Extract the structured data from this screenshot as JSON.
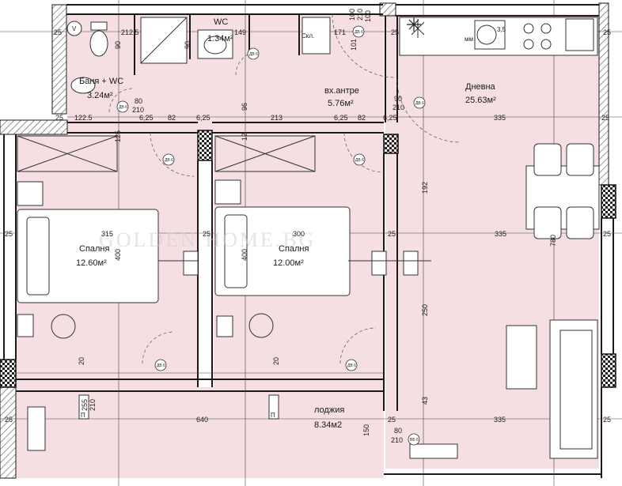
{
  "colors": {
    "room_fill": "#f5dfe2",
    "wall": "#1a1a1a",
    "hatch": "#555555",
    "line": "#333333"
  },
  "rooms": {
    "bath": {
      "name": "Баня + WC",
      "area": "3.24м²"
    },
    "wc": {
      "name": "WC",
      "area": "1.34м²"
    },
    "closet": {
      "name": "Скл."
    },
    "hall": {
      "name": "вх.антре",
      "area": "5.76м²"
    },
    "living": {
      "name": "Дневна",
      "area": "25.63м²"
    },
    "bed1": {
      "name": "Спалня",
      "area": "12.60м²"
    },
    "bed2": {
      "name": "Спалня",
      "area": "12.00м²"
    },
    "loggia": {
      "name": "лоджия",
      "area": "8.34м2"
    }
  },
  "kitchen": {
    "oven_label": "мм",
    "sink_label": "3,5"
  },
  "watermark": "GOLDEN HOME.BG",
  "dimensions": {
    "d1": "25",
    "d2": "212.5",
    "d3": "90",
    "d4": "149",
    "d5": "171",
    "d6": "100",
    "d7": "210",
    "d8": "101",
    "d9": "80",
    "d10": "210",
    "d11": "122.5",
    "d12": "96",
    "d13": "82",
    "d14": "213",
    "d15": "82",
    "d16": "335",
    "d17": "25",
    "d18": "90",
    "d19": "210",
    "d20": "192",
    "d21": "315",
    "d22": "400",
    "d23": "300",
    "d24": "400",
    "d25": "335",
    "d26": "780",
    "d27": "250",
    "d28": "20",
    "d29": "20",
    "d30": "255",
    "d31": "210",
    "d32": "640",
    "d33": "150",
    "d34": "80",
    "d35": "210",
    "d36": "43",
    "d37": "335",
    "d38": "25",
    "d39": "25",
    "d40": "25",
    "d41": "25",
    "d42": "25",
    "d43": "25",
    "d44": "25",
    "d45": "25",
    "d46": "25",
    "d47": "6,25",
    "d48": "6,25",
    "d49": "6,25",
    "d50": "6,25",
    "d51": "125",
    "d52": "12",
    "d53": "100",
    "d54": "90",
    "d55": "25"
  },
  "door_tags": {
    "t1": "ДВ 6",
    "t2": "ДВ 6",
    "t3": "ДВ 6",
    "t4": "ДВ 6",
    "t5": "ДВ 6",
    "t6": "ДВ 6",
    "t7": "ДВ 6",
    "t8": "ДВ 6",
    "t9": "ДВ 6",
    "t10": "ВБ 6"
  },
  "window_tags": {
    "w1": "П",
    "w2": "П"
  },
  "fixture_tags": {
    "boiler": "V"
  }
}
